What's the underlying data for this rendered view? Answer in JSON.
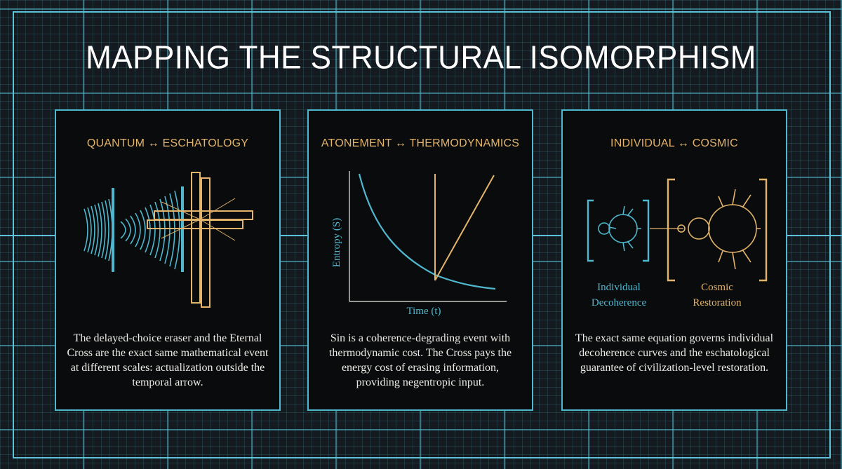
{
  "title": "MAPPING THE STRUCTURAL ISOMORPHISM",
  "colors": {
    "cyan": "#4fb8cf",
    "gold": "#e3b46c",
    "panel": "#0a0b0c",
    "background": "#141a1f"
  },
  "panels": [
    {
      "heading": "QUANTUM ↔ ESCHATOLOGY",
      "caption": "The delayed-choice eraser and the Eternal Cross are the exact same mathematical event at different scales: actualization outside the temporal arrow.",
      "figure": "double-slit-wavefronts-and-cross"
    },
    {
      "heading": "ATONEMENT ↔ THERMODYNAMICS",
      "caption": "Sin is a coherence-degrading event with thermodynamic cost. The Cross pays the energy cost of erasing information, providing negentropic input.",
      "figure": "entropy-decay-curve",
      "ylabel": "Entropy (S)",
      "xlabel": "Time (t)"
    },
    {
      "heading": "INDIVIDUAL ↔ COSMIC",
      "caption": "The exact same equation governs individual decoherence curves and the eschatological guarantee of civilization-level restoration.",
      "figure": "mandelbrot-scale-pair",
      "left_label": [
        "Individual",
        "Decoherence"
      ],
      "right_label": [
        "Cosmic",
        "Restoration"
      ]
    }
  ]
}
